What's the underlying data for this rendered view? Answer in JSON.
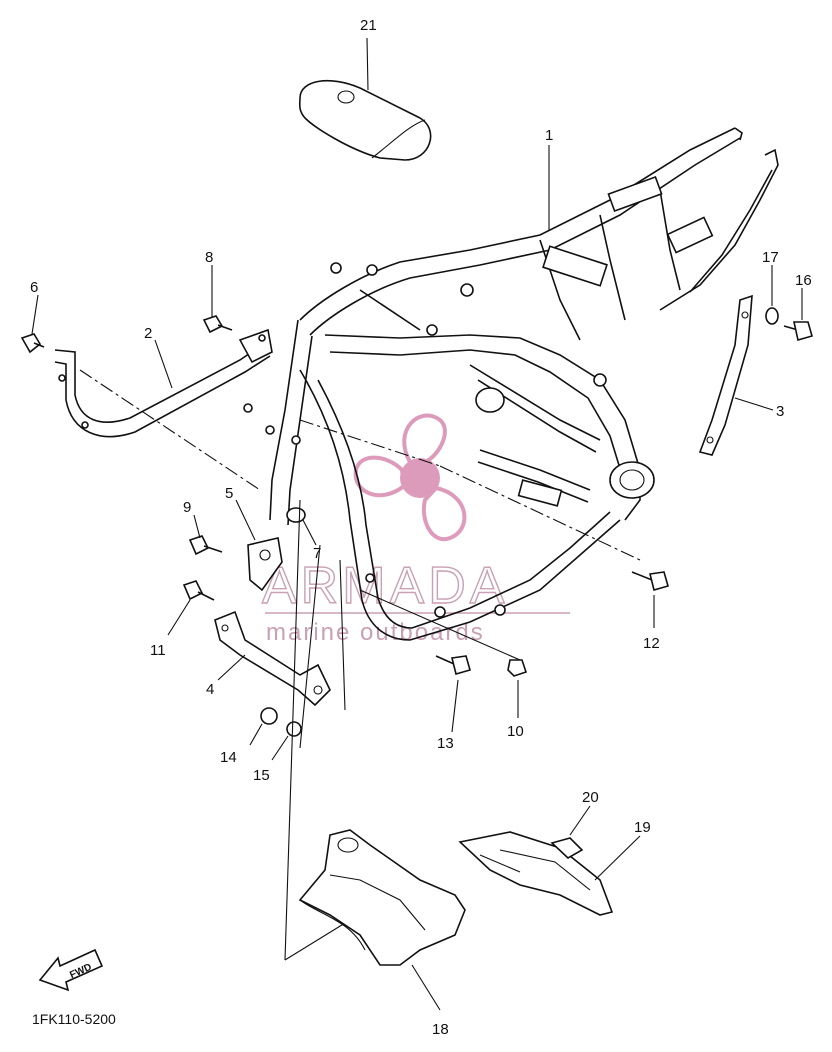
{
  "diagram": {
    "part_numbers": [
      "1",
      "2",
      "3",
      "4",
      "5",
      "6",
      "7",
      "8",
      "9",
      "10",
      "11",
      "12",
      "13",
      "14",
      "15",
      "16",
      "17",
      "18",
      "19",
      "20",
      "21"
    ],
    "drawing_code": "1FK110-5200",
    "direction_marker": "FWD"
  },
  "watermark": {
    "brand": "ARMADA",
    "tagline": "marine outboards",
    "color": "#c9a0b4",
    "logo_accent": "#d88ab0"
  }
}
